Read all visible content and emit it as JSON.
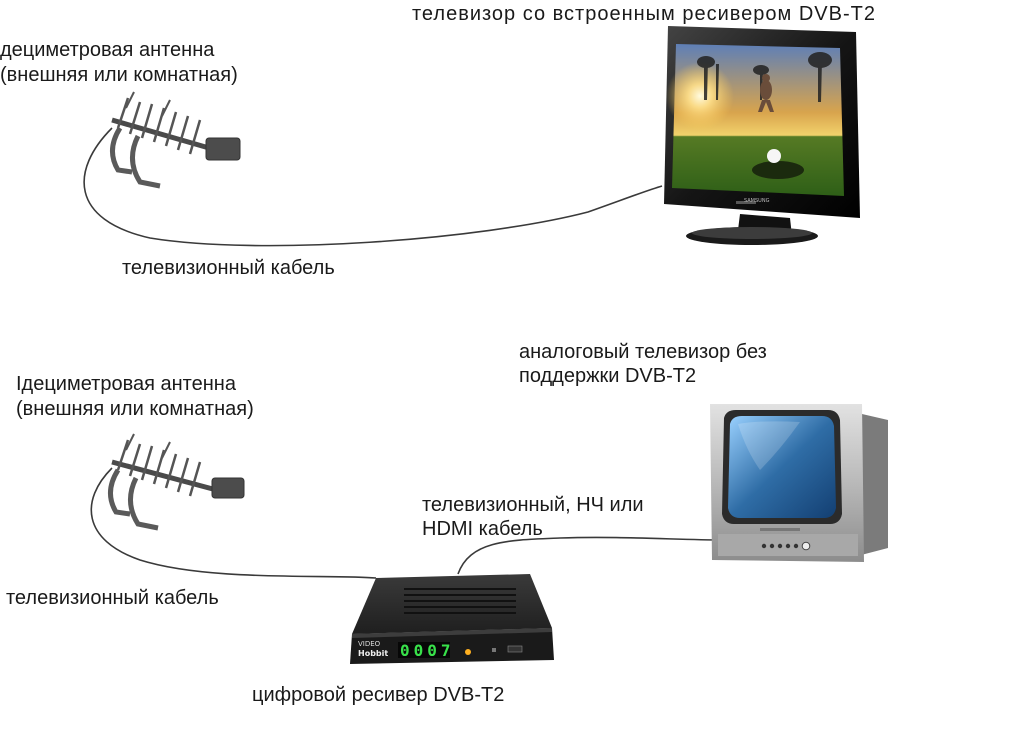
{
  "top": {
    "tv_label": "телевизор со встроенным ресивером DVB-T2",
    "antenna_label_line1": "дециметровая антенна",
    "antenna_label_line2": "(внешняя или комнатная)",
    "cable_label": "телевизионный кабель",
    "tv_brand": "SAMSUNG"
  },
  "bottom": {
    "tv_label_line1": "аналоговый телевизор без",
    "tv_label_line2": "поддержки DVB-T2",
    "antenna_label_line1": "Iдециметровая антенна",
    "antenna_label_line2": "(внешняя или комнатная)",
    "cable_label_line1": "телевизионный, НЧ или",
    "cable_label_line2": "HDMI кабель",
    "antenna_cable_label": "телевизионный кабель",
    "receiver_label": "цифровой ресивер DVB-T2",
    "receiver_display": "0007",
    "receiver_brand": "Hobbit",
    "receiver_logo": "VIDEO"
  },
  "colors": {
    "cable": "#3a3a3a",
    "antenna": "#5a5a5a",
    "tv_body": "#1b1b1b",
    "receiver_body": "#222222",
    "crt_body": "#bdbdbd"
  }
}
